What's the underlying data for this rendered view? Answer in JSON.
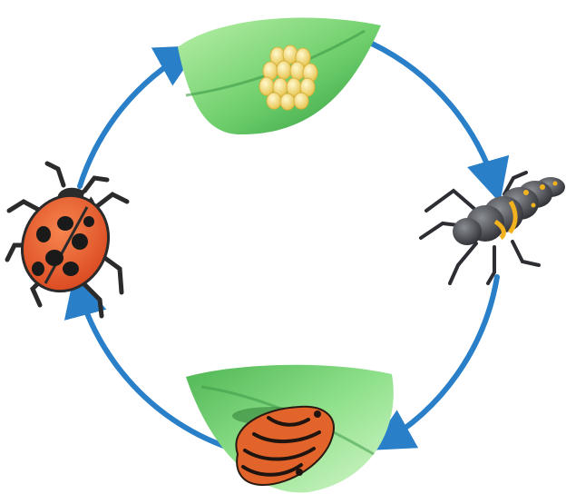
{
  "diagram": {
    "type": "life-cycle",
    "stages": [
      {
        "id": "eggs",
        "icon": "eggs-on-leaf-icon"
      },
      {
        "id": "larva",
        "icon": "larva-icon"
      },
      {
        "id": "pupa",
        "icon": "pupa-on-leaf-icon"
      },
      {
        "id": "adult",
        "icon": "ladybug-icon"
      }
    ],
    "flow": "clockwise",
    "colors": {
      "arrow": "#2a7fc9",
      "leaf": "#7cd47c",
      "leaf_dark": "#3fa34a",
      "egg": "#f4e27a",
      "larva": "#3c3f46",
      "larva_spot": "#f2b21e",
      "pupa": "#e2642a",
      "ladybug": "#e8522a",
      "spot": "#1a1a1a"
    }
  }
}
